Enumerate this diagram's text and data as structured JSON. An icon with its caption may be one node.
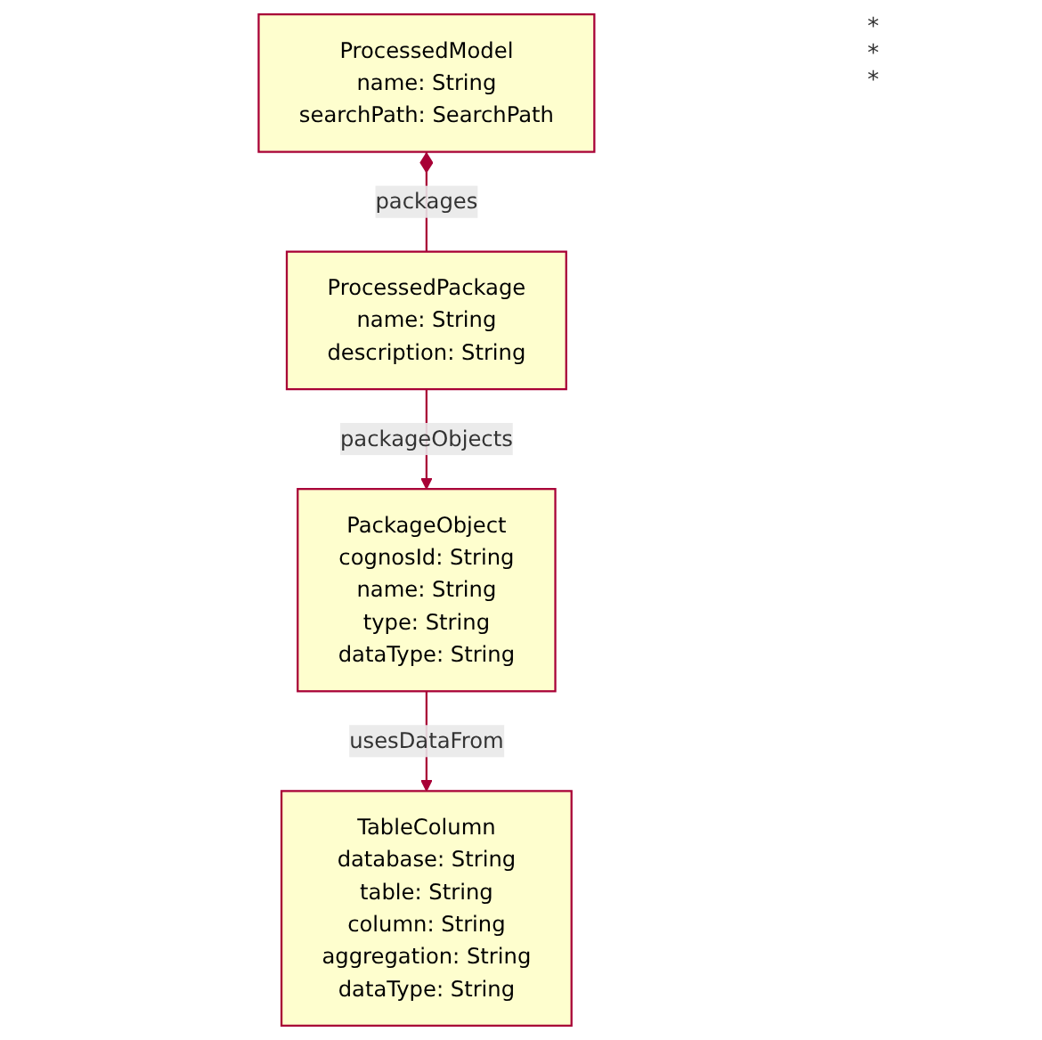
{
  "diagram": {
    "nodes": [
      {
        "text": [
          "ProcessedModel",
          "name: String",
          "searchPath: SearchPath"
        ]
      },
      {
        "text": [
          "ProcessedPackage",
          "name: String",
          "description: String"
        ]
      },
      {
        "text": [
          "PackageObject",
          "cognosId: String",
          "name: String",
          "type: String",
          "dataType: String"
        ]
      },
      {
        "text": [
          "TableColumn",
          "database: String",
          "table: String",
          "column: String",
          "aggregation: String",
          "dataType: String"
        ]
      }
    ],
    "edges": [
      {
        "from": 0,
        "to": 1,
        "arrow": "other",
        "label": "packages"
      },
      {
        "from": 1,
        "to": 2,
        "arrow": "to",
        "label": "packageObjects"
      },
      {
        "from": 2,
        "to": 3,
        "arrow": "to",
        "label": "usesDataFrom"
      }
    ],
    "labels": [
      "*",
      "*",
      "*"
    ]
  }
}
